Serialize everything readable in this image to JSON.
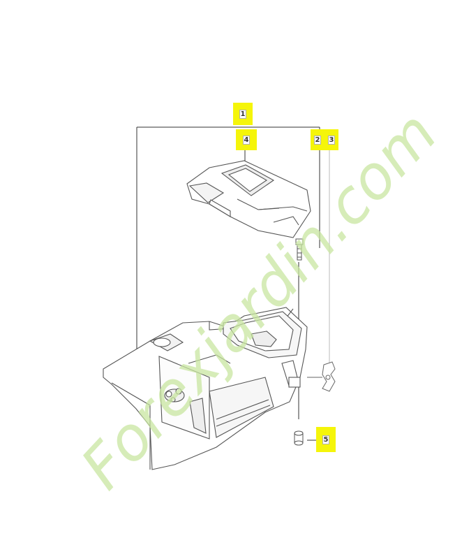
{
  "callouts": [
    {
      "id": "1",
      "label": "1"
    },
    {
      "id": "4",
      "label": "4"
    },
    {
      "id": "2",
      "label": "2"
    },
    {
      "id": "3",
      "label": "3"
    },
    {
      "id": "5",
      "label": "5"
    }
  ],
  "watermark": {
    "text": "Forexjardin.com",
    "color": "#c8e6a0"
  },
  "colors": {
    "callout_background": "#f5f50a",
    "line": "#333333",
    "part_fill": "#ffffff",
    "part_stroke": "#555555"
  }
}
